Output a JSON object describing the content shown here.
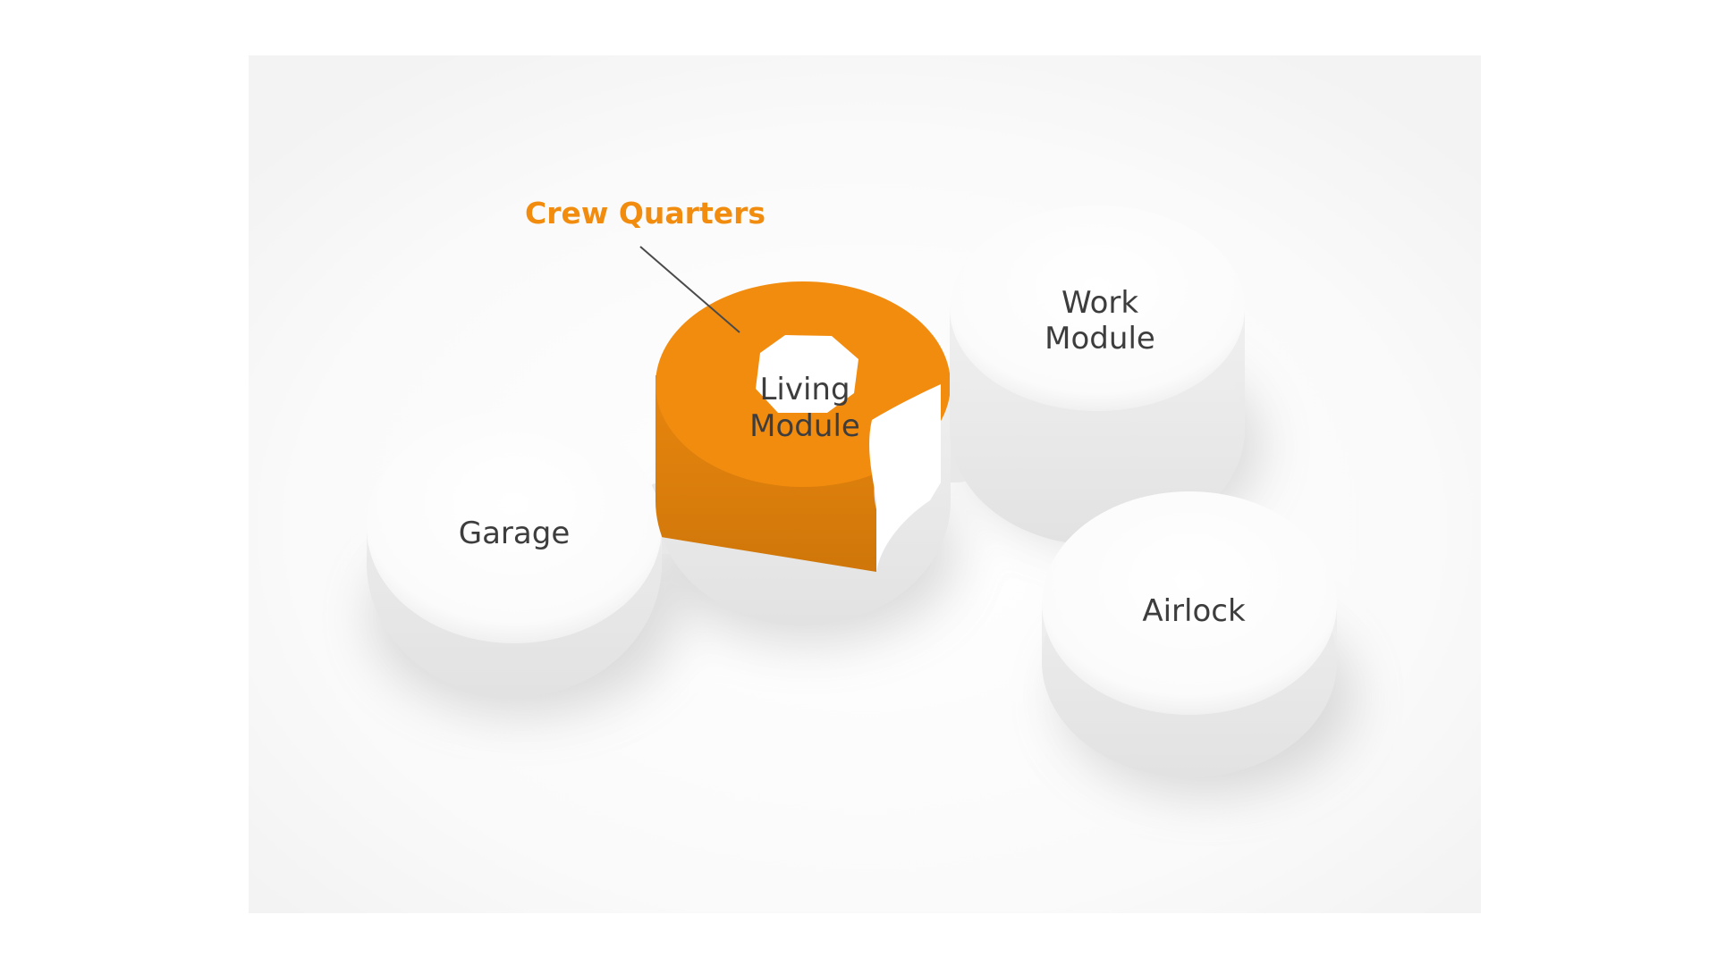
{
  "callout": {
    "label": "Crew Quarters",
    "color": "#f28c0f"
  },
  "modules": {
    "garage": {
      "label": "Garage"
    },
    "living": {
      "line1": "Living",
      "line2": "Module",
      "highlight_color": "#f28c0f"
    },
    "work": {
      "line1": "Work",
      "line2": "Module"
    },
    "airlock": {
      "label": "Airlock"
    }
  },
  "colors": {
    "module_white": "#ffffff",
    "module_shade": "#e6e6e6",
    "text": "#3d3d3d",
    "callout_line": "#4a4a4a"
  }
}
